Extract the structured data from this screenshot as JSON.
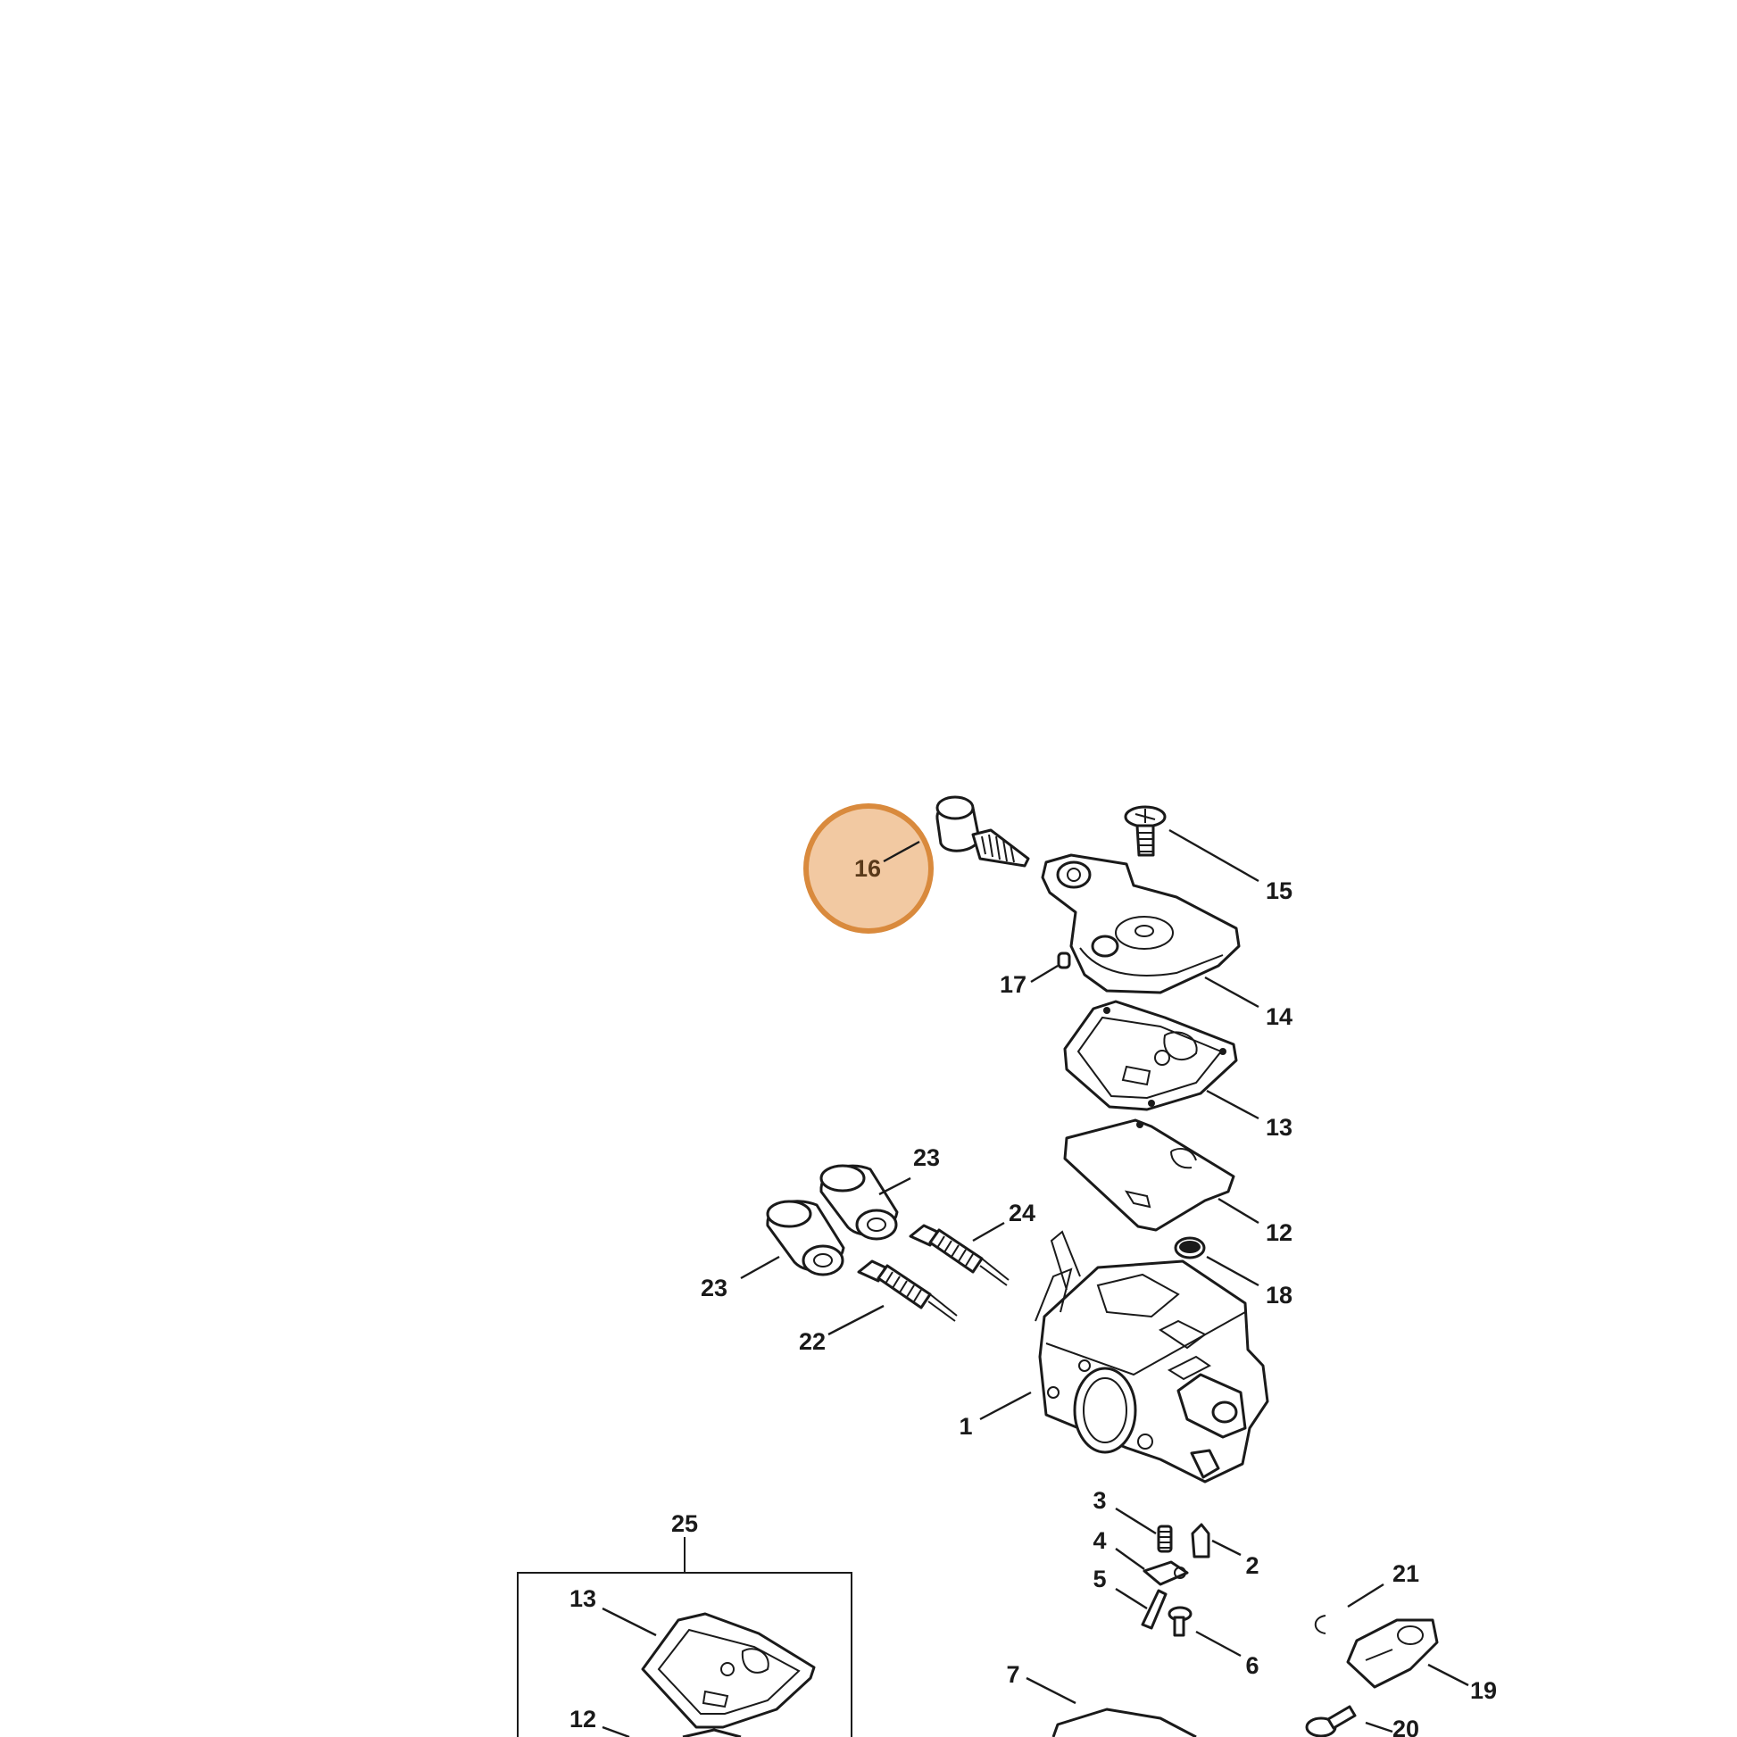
{
  "highlight": {
    "callout": "16",
    "fill": "#f2c9a2",
    "stroke": "#d98a3d"
  },
  "callouts": {
    "c1": "1",
    "c2": "2",
    "c3": "3",
    "c4": "4",
    "c5": "5",
    "c6": "6",
    "c7": "7",
    "c12": "12",
    "c13": "13",
    "c14": "14",
    "c15": "15",
    "c16": "16",
    "c17": "17",
    "c18": "18",
    "c19": "19",
    "c20": "20",
    "c21": "21",
    "c22": "22",
    "c23a": "23",
    "c23b": "23",
    "c24": "24",
    "c25": "25",
    "kit13": "13",
    "kit12": "12"
  }
}
